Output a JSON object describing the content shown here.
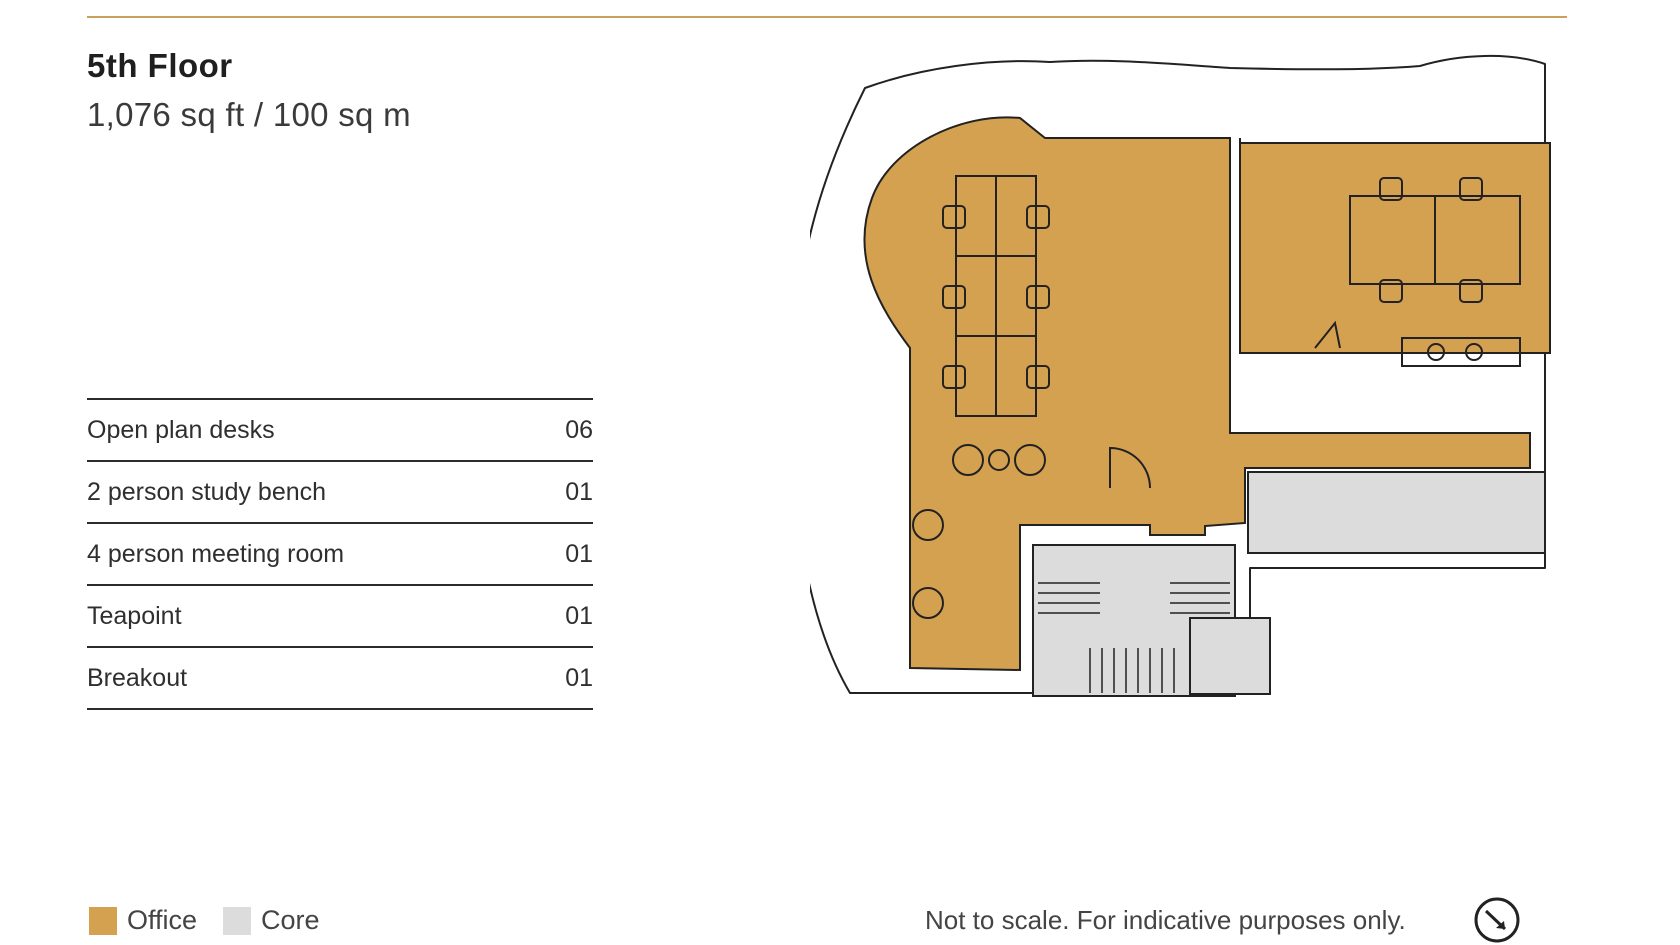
{
  "header": {
    "title": "5th Floor",
    "area": "1,076 sq ft / 100 sq m"
  },
  "specs": [
    {
      "label": "Open plan desks",
      "count": "06"
    },
    {
      "label": "2 person study bench",
      "count": "01"
    },
    {
      "label": "4 person meeting room",
      "count": "01"
    },
    {
      "label": "Teapoint",
      "count": "01"
    },
    {
      "label": "Breakout",
      "count": "01"
    }
  ],
  "legend": {
    "items": [
      {
        "label": "Office",
        "color": "#d4a150"
      },
      {
        "label": "Core",
        "color": "#dcdcdc"
      }
    ]
  },
  "disclaimer": "Not to scale. For indicative purposes only.",
  "colors": {
    "accent_rule": "#c9a15c",
    "office": "#d4a150",
    "core": "#dcdcdc",
    "line": "#222222"
  },
  "icons": {
    "north_arrow": "north-arrow-icon"
  }
}
